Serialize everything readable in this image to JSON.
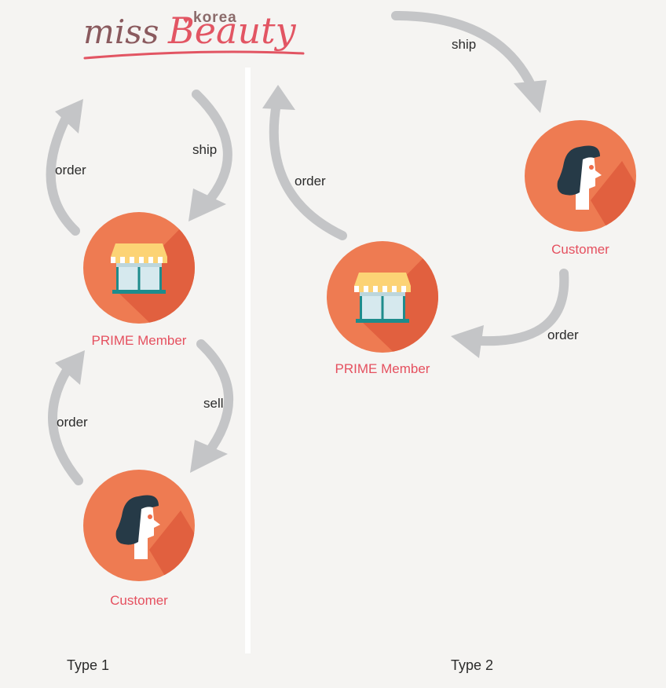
{
  "brand": {
    "korea": "korea",
    "miss": "miss",
    "beauty": "Beauty",
    "heart": "♥"
  },
  "colors": {
    "background": "#f5f4f2",
    "node": "#ee7b52",
    "node_shadow": "#e1603f",
    "arrow": "#c4c5c7",
    "divider": "#ffffff",
    "node_label": "#e5505f"
  },
  "type1": {
    "label": "Type 1",
    "prime_label": "PRIME Member",
    "customer_label": "Customer",
    "edges": {
      "order_top": "order",
      "ship": "ship",
      "order_bottom": "order",
      "sell": "sell"
    }
  },
  "type2": {
    "label": "Type 2",
    "prime_label": "PRIME Member",
    "customer_label": "Customer",
    "edges": {
      "ship": "ship",
      "order_left": "order",
      "order_right": "order"
    }
  },
  "icons": {
    "store": "store-icon",
    "customer": "woman-profile-icon"
  }
}
